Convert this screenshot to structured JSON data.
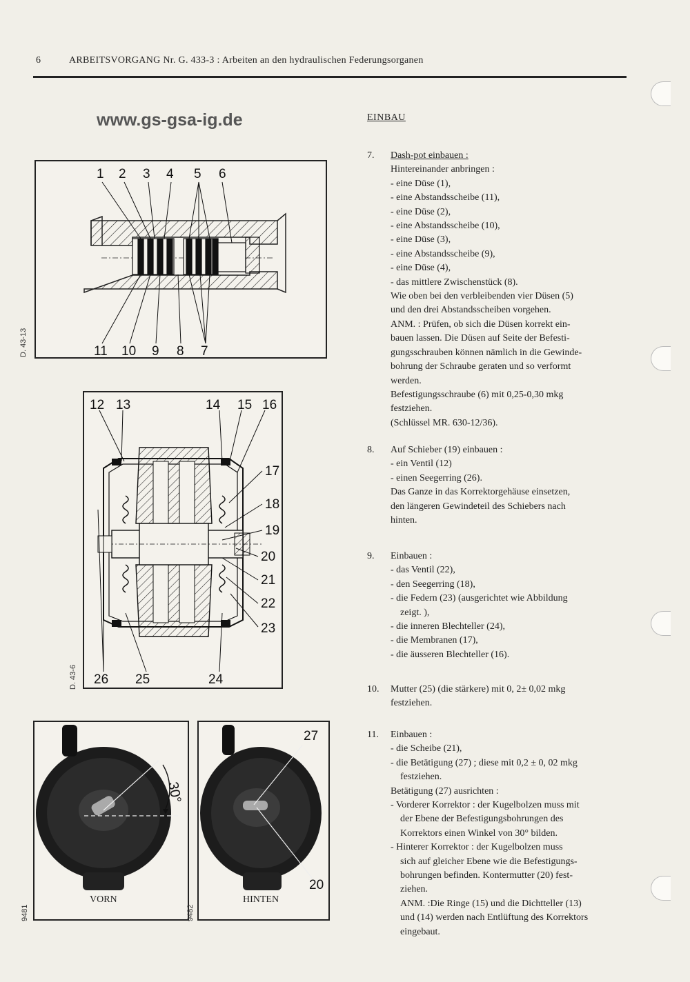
{
  "header": {
    "page_number": "6",
    "title": "ARBEITSVORGANG Nr. G. 433-3 : Arbeiten an den hydraulischen Federungsorganen"
  },
  "watermark": "www.gs-gsa-ig.de",
  "figures": {
    "fig1": {
      "code": "D. 43-13",
      "top_labels": [
        "1",
        "2",
        "3",
        "4",
        "5",
        "6"
      ],
      "bottom_labels": [
        "11",
        "10",
        "9",
        "8",
        "7"
      ]
    },
    "fig2": {
      "code": "D. 43-6",
      "top_labels": [
        "12",
        "13",
        "14",
        "15",
        "16"
      ],
      "right_labels": [
        "17",
        "18",
        "19",
        "20",
        "21",
        "22",
        "23"
      ],
      "bottom_labels": [
        "26",
        "25",
        "24"
      ]
    },
    "photo_left": {
      "code": "9481",
      "caption": "VORN",
      "angle": "30°"
    },
    "photo_right": {
      "code": "9482",
      "caption": "HINTEN",
      "label_top": "27",
      "label_bottom": "20"
    }
  },
  "section_title": "EINBAU",
  "steps": [
    {
      "num": "7.",
      "lines": [
        "Dash-pot einbauen :",
        "Hintereinander anbringen :",
        "- eine Düse (1),",
        "- eine Abstandsscheibe (11),",
        "- eine Düse (2),",
        "- eine Abstandsscheibe (10),",
        "- eine Düse (3),",
        "- eine Abstandsscheibe (9),",
        "- eine Düse (4),",
        "- das mittlere Zwischenstück (8).",
        "Wie oben bei den verbleibenden vier Düsen (5)",
        "und den drei Abstandsscheiben vorgehen.",
        "ANM. : Prüfen, ob sich die Düsen korrekt ein-",
        "bauen lassen. Die Düsen auf Seite der Befesti-",
        "gungsschrauben können nämlich in die Gewinde-",
        "bohrung der Schraube geraten und so verformt",
        "werden.",
        "Befestigungsschraube (6) mit 0,25-0,30 mkg",
        "festziehen.",
        "(Schlüssel MR. 630-12/36)."
      ]
    },
    {
      "num": "8.",
      "lines": [
        "Auf Schieber (19) einbauen :",
        "- ein Ventil (12)",
        "- einen Seegerring (26).",
        "Das Ganze in das Korrektorgehäuse einsetzen,",
        "den längeren Gewindeteil des Schiebers nach",
        "hinten."
      ]
    },
    {
      "num": "9.",
      "lines": [
        "Einbauen :",
        "- das Ventil (22),",
        "- den Seegerring (18),",
        "- die Federn (23) (ausgerichtet wie Abbildung",
        "zeigt. ),",
        "- die inneren Blechteller (24),",
        "- die Membranen (17),",
        "- die äusseren Blechteller (16)."
      ]
    },
    {
      "num": "10.",
      "lines": [
        "Mutter (25) (die stärkere) mit 0, 2± 0,02 mkg",
        "festziehen."
      ]
    },
    {
      "num": "11.",
      "lines": [
        "Einbauen :",
        "- die Scheibe (21),",
        "- die Betätigung (27) ; diese mit 0,2 ± 0, 02 mkg",
        "festziehen.",
        "Betätigung (27) ausrichten :",
        "- Vorderer Korrektor : der Kugelbolzen muss mit",
        "der Ebene der Befestigungsbohrungen des",
        "Korrektors einen Winkel von 30° bilden.",
        "- Hinterer Korrektor : der Kugelbolzen muss",
        "sich auf gleicher Ebene wie die Befestigungs-",
        "bohrungen befinden. Kontermutter (20) fest-",
        "ziehen.",
        "ANM. :Die Ringe (15) und die Dichtteller (13)",
        "und (14) werden nach Entlüftung des Korrektors",
        "eingebaut."
      ]
    }
  ]
}
